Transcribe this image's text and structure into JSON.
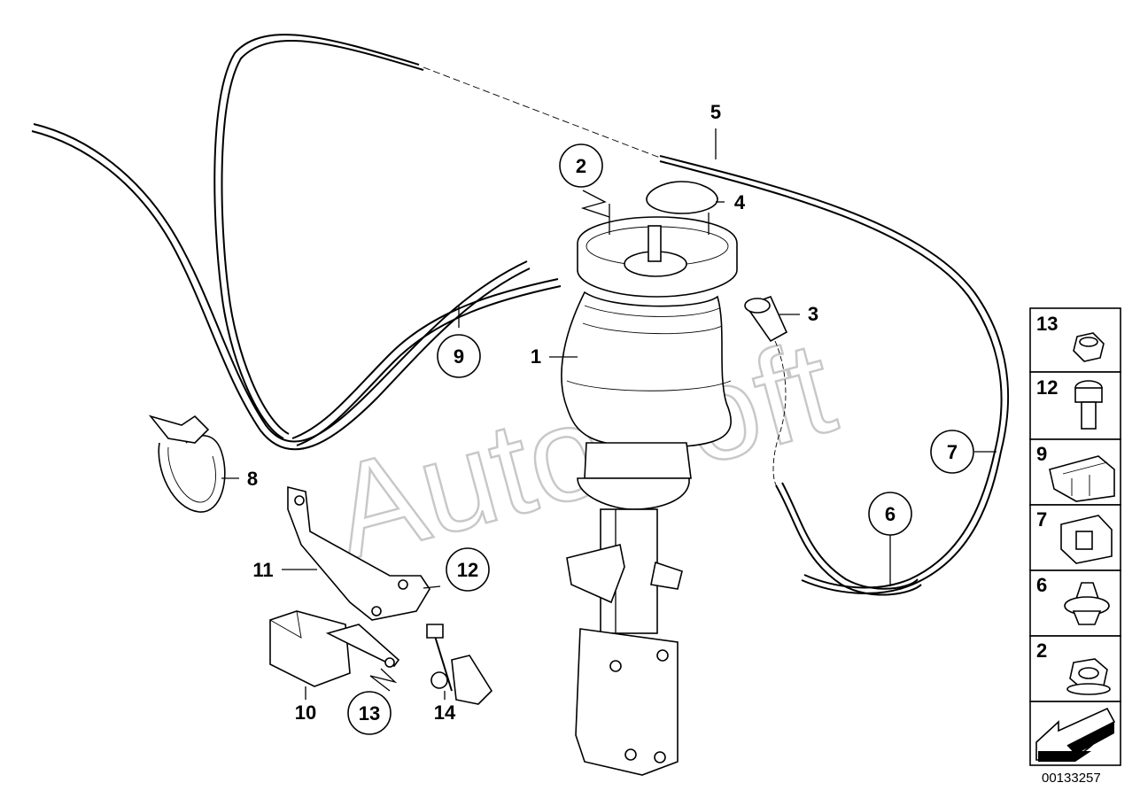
{
  "diagram": {
    "image_number": "00133257",
    "watermark": "AutoSoft",
    "callouts": [
      {
        "id": "c1",
        "label": "1"
      },
      {
        "id": "c2",
        "label": "2"
      },
      {
        "id": "c3",
        "label": "3"
      },
      {
        "id": "c4",
        "label": "4"
      },
      {
        "id": "c5",
        "label": "5"
      },
      {
        "id": "c6",
        "label": "6"
      },
      {
        "id": "c7",
        "label": "7"
      },
      {
        "id": "c8",
        "label": "8"
      },
      {
        "id": "c9",
        "label": "9"
      },
      {
        "id": "c10",
        "label": "10"
      },
      {
        "id": "c11",
        "label": "11"
      },
      {
        "id": "c12",
        "label": "12"
      },
      {
        "id": "c13",
        "label": "13"
      },
      {
        "id": "c14",
        "label": "14"
      }
    ],
    "side_panel": [
      {
        "label": "13"
      },
      {
        "label": "12"
      },
      {
        "label": "9"
      },
      {
        "label": "7"
      },
      {
        "label": "6"
      },
      {
        "label": "2"
      }
    ]
  }
}
